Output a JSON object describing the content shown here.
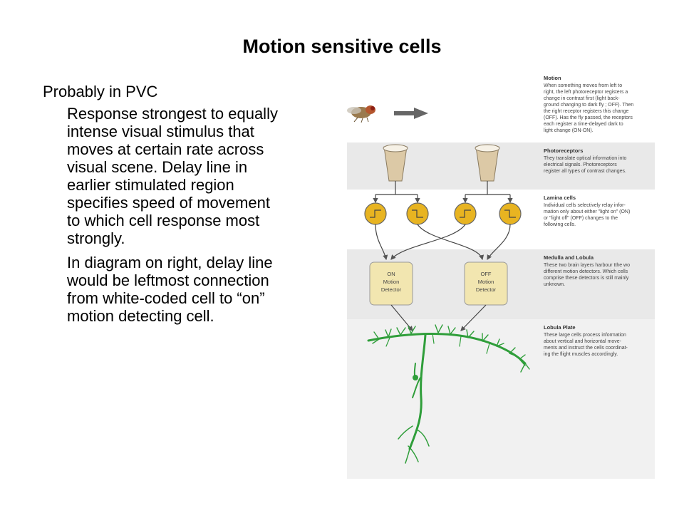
{
  "slide": {
    "title": "Motion sensitive cells",
    "bullet_main": "Probably in PVC",
    "bullet_sub1": "Response strongest to equally intense visual stimulus that moves at certain rate across visual scene. Delay line in earlier stimulated region specifies speed of movement to which cell response most strongly.",
    "bullet_sub2": "In diagram on right, delay line would be leftmost connection from white-coded cell to “on” motion detecting cell."
  },
  "diagram": {
    "colors": {
      "panel_gray": "#e9e9e9",
      "receptor_fill": "#dcc9a6",
      "lamina_fill": "#e8b421",
      "detector_fill": "#f2e6b0",
      "neuron_green": "#2f9e3a",
      "arrow_gray": "#666666"
    },
    "icons": [
      "fly-icon",
      "arrow-right-icon",
      "photoreceptor-cup-icon",
      "step-on-icon",
      "step-off-icon",
      "neuron-icon"
    ],
    "panels": {
      "motion": {
        "title": "Motion",
        "lines": [
          "When something moves from left to",
          "right, the left photoreceptor registers a",
          "change in contrast first (light back-",
          "ground changing to dark fly ; OFF). Then",
          "the right receptor registers this change",
          "(OFF). Has the fly passed, the receptors",
          "each register a time-delayed dark to",
          "light change (ON-ON)."
        ]
      },
      "photoreceptors": {
        "title": "Photoreceptors",
        "lines": [
          "They translate optical information into",
          "electrical signals.  Photoreceptors",
          "register all types of contrast changes."
        ]
      },
      "lamina": {
        "title": "Lamina cells",
        "lines": [
          "Individual cells selectively relay infor-",
          "mation only about either \"light on\" (ON)",
          "or \"light off\" (OFF) changes  to the",
          "following cells."
        ]
      },
      "medulla": {
        "title": "Medulla and Lobula",
        "lines": [
          "These two brain layers harbour tthe wo",
          "different motion detectors. Which cells",
          "comprise these detectors is still mainly",
          "unknown."
        ]
      },
      "lobula_plate": {
        "title": "Lobula Plate",
        "lines": [
          "These large cells process information",
          "about vertical and horizontal move-",
          "ments and instruct the cells coordinat-",
          "ing the flight muscles accordingly."
        ]
      }
    },
    "detectors": {
      "on": [
        "ON",
        "Motion",
        "Detector"
      ],
      "off": [
        "OFF",
        "Motion",
        "Detector"
      ]
    }
  }
}
